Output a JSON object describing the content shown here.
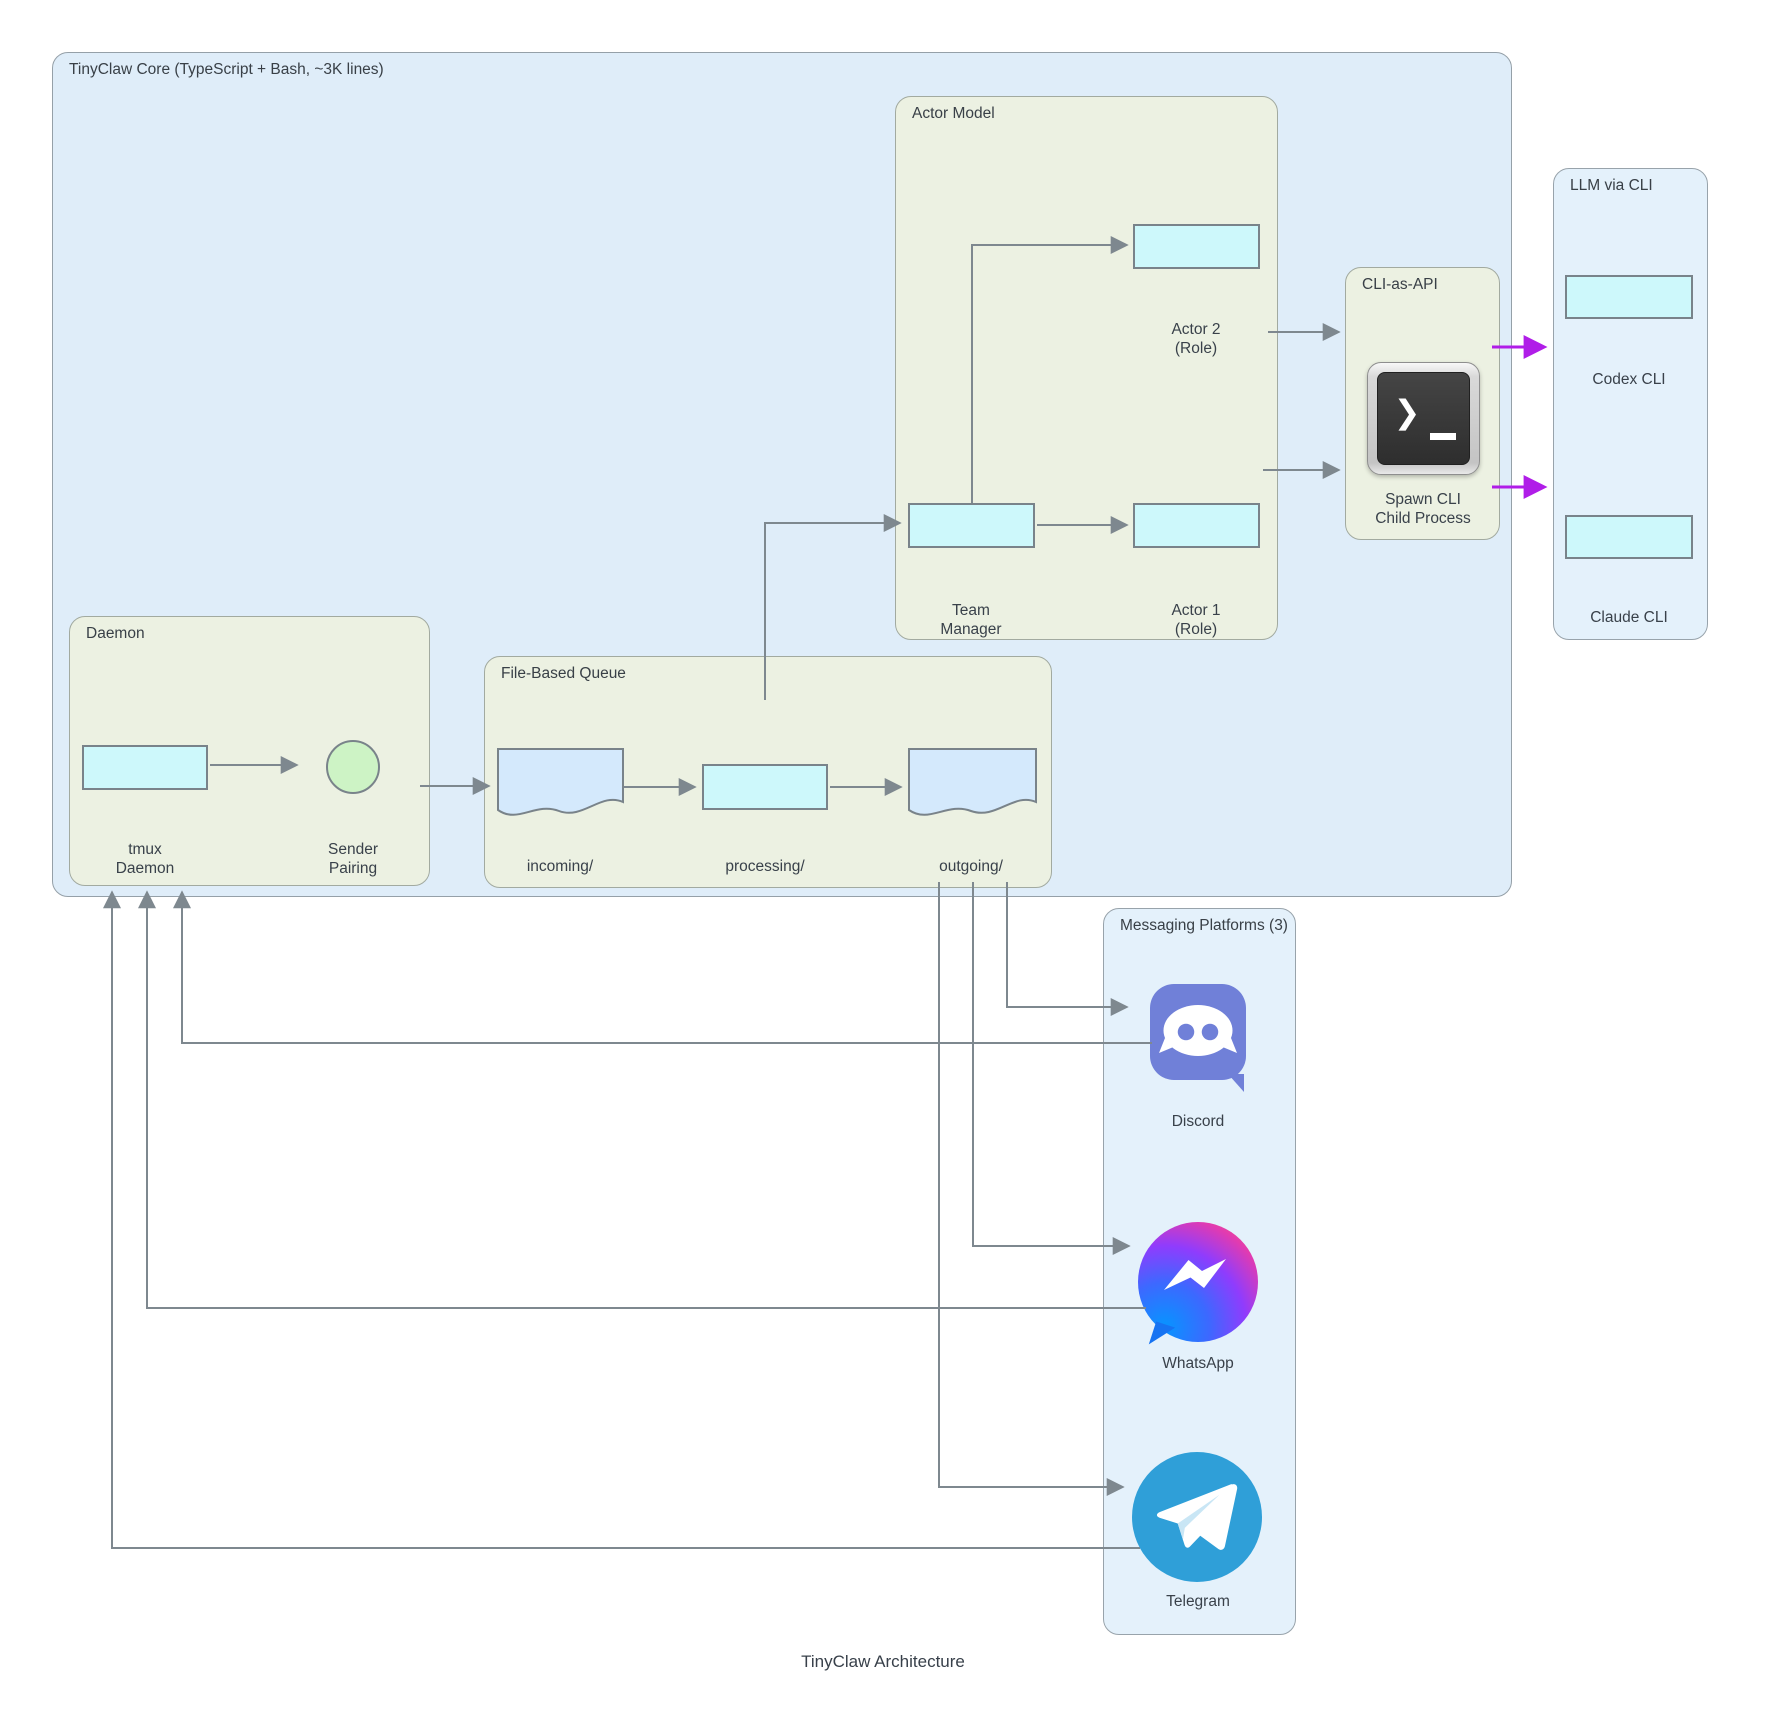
{
  "diagram": {
    "title": "TinyClaw Architecture"
  },
  "core": {
    "title": "TinyClaw Core (TypeScript + Bash, ~3K lines)",
    "daemon": {
      "title": "Daemon",
      "tmux_label": "tmux\nDaemon",
      "sender_label": "Sender\nPairing"
    },
    "queue": {
      "title": "File-Based Queue",
      "incoming_label": "incoming/",
      "processing_label": "processing/",
      "outgoing_label": "outgoing/"
    },
    "actor_model": {
      "title": "Actor Model",
      "actor2_label": "Actor 2\n(Role)",
      "team_manager_label": "Team\nManager",
      "actor1_label": "Actor 1\n(Role)"
    },
    "cli_api": {
      "title": "CLI-as-API",
      "spawn_label": "Spawn CLI\nChild Process",
      "terminal_icon": "terminal-icon"
    }
  },
  "llm": {
    "title": "LLM via CLI",
    "codex_label": "Codex CLI",
    "claude_label": "Claude CLI"
  },
  "messaging": {
    "title": "Messaging Platforms (3)",
    "discord_label": "Discord",
    "whatsapp_label": "WhatsApp",
    "telegram_label": "Telegram",
    "icons": [
      "discord-icon",
      "messenger-bubble-icon",
      "telegram-icon"
    ]
  },
  "colors": {
    "core_fill": "#dfedf9",
    "group_fill": "#ecf1e2",
    "side_fill": "#e4f1fb",
    "node_fill": "#cdf8fb",
    "doc_fill": "#d4e9fc",
    "pairing_circle_fill": "#cdf3c5",
    "connector_line": "#7e888f",
    "llm_arrow": "#b01de8",
    "discord_brand": "#7080d8",
    "telegram_brand": "#2f9fd8"
  }
}
